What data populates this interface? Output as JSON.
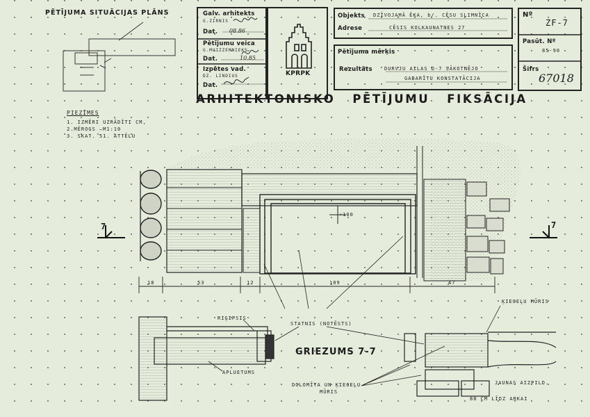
{
  "title_block": {
    "site_plan_title": "PĒTĪJUMA SITUĀCIJAS PLĀNS",
    "chief_architect_label": "Galv. arhitekts",
    "chief_architect_name": "G.ZIRNIS",
    "date_label": "Dat.",
    "date_value_1": "08.86",
    "researcher_label": "Pētījumu veica",
    "researcher_name": "G.MUIZZEMNIEKS",
    "date_value_2": "10.85",
    "drawn_by_label": "Izpētes vad.",
    "drawn_by_name": "DZ. LINDIUS",
    "logo_text": "KPRPK",
    "object_label": "Objekts",
    "object_value": "DZĪVOJAMĀ ĒKA, b/. CĒSU SLIMNĪCA",
    "address_label": "Adrese",
    "address_value": "CĒSIS  KOLKAUNATNES 27",
    "purpose_label": "Pētījuma mērķis",
    "result_label": "Rezultāts",
    "result_value_1": "DURVJU AILAS D-7 SĀKOTNĒJO",
    "result_value_2": "GABARĪTU KONSTATĀCIJA",
    "no_label": "Nº",
    "no_value": "ZF-7",
    "order_label": "Pasūt. Nº",
    "order_value": "85-90",
    "code_label": "Šifrs",
    "code_value": "67018"
  },
  "drawing": {
    "main_title": "ARHITEKTONISKO   PĒTĪJUMU   FIKSĀCIJA",
    "notes_title": "PIEZĪMES",
    "notes": [
      "1. IZMĒRI UZRĀDĪTI  CM,",
      "2.MĒROGS  —M1:10",
      "3. SKAT. 51. ATTĒLU"
    ],
    "section_mark": "7",
    "level_mark": "+100",
    "dimensions": [
      "18",
      "53",
      "12",
      "109",
      "47"
    ],
    "section_title": "GRIEZUMS 7-7",
    "labels": {
      "rigips": "RIĢIPSIS",
      "statnis": "STATNIS (NOTĒSTS)",
      "apluetums": "APLUETUMS",
      "kiegelu_muris": "ĶIEGEĻU MŪRIS",
      "dolomita_1": "DOLOMĪTA UN ĶIEGEĻU",
      "dolomita_2": "MŪRIS",
      "jaunas_aizpild": "JAUNAS AIZPILD.",
      "arkai": "88 CM LĪDZ ARKAI"
    }
  },
  "colors": {
    "paper": "#e6ecdb",
    "ink": "#1c1c1c"
  }
}
